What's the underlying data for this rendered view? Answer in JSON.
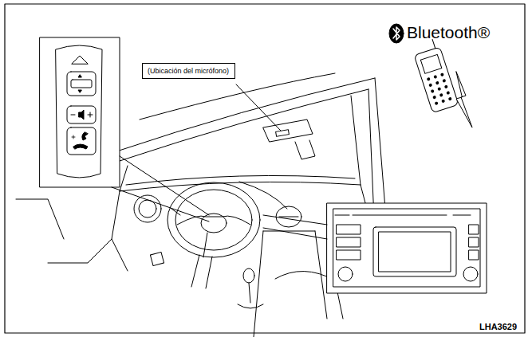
{
  "diagram": {
    "nodes": [
      {
        "text": [
          "(Ubicación del micrófono)"
        ]
      }
    ],
    "labels": [
      "Bluetooth®",
      "LHA3629"
    ]
  }
}
